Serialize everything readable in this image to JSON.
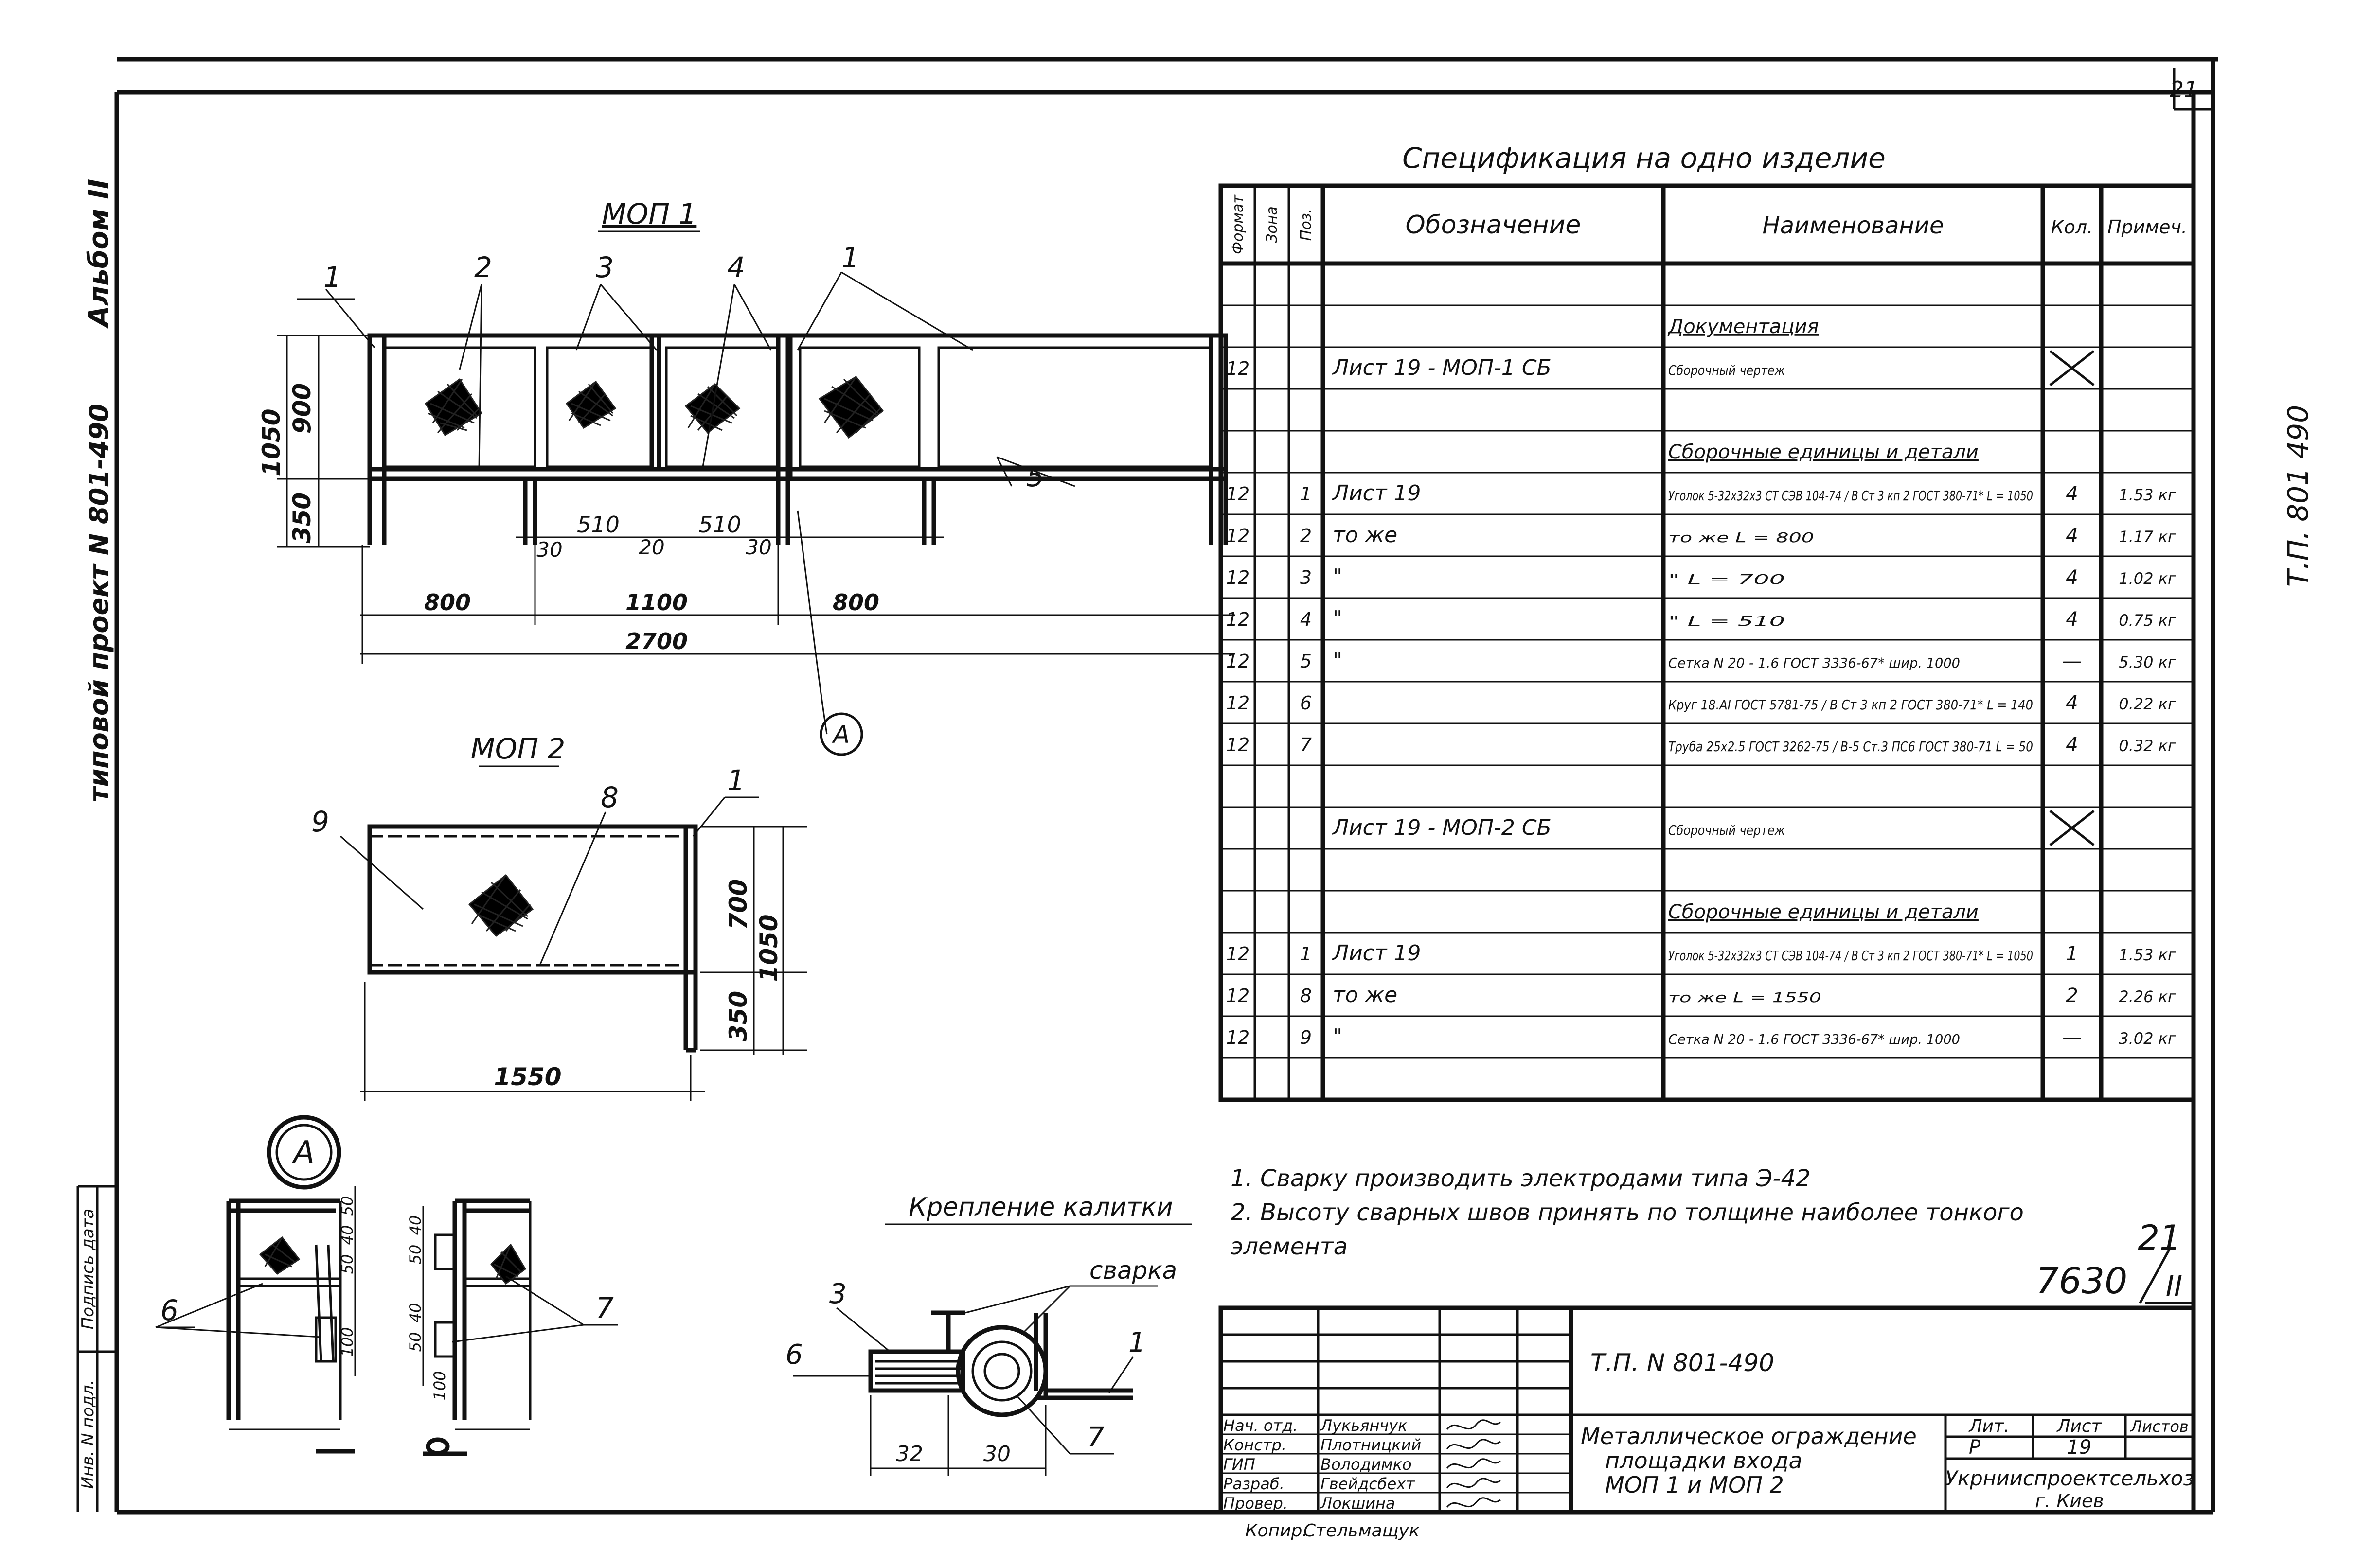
{
  "sheet": {
    "page_number": "21",
    "album": "Альбом II",
    "project_vertical": "типовой проект N 801-490",
    "right_margin_text": "Т.П. 801 490",
    "stamp_inv": "Инв. N подл.",
    "stamp_sign": "Подпись дата"
  },
  "mop1": {
    "title": "МОП 1",
    "callouts": [
      "1",
      "2",
      "3",
      "4",
      "1",
      "5"
    ],
    "dims": {
      "h_total": "1050",
      "h_top": "900",
      "h_bot": "350",
      "gap_a": "30",
      "span_a": "510",
      "gap_mid": "20",
      "span_b": "510",
      "gap_b": "30",
      "left": "800",
      "mid": "1100",
      "right": "800",
      "overall": "2700"
    },
    "node_ref": "А"
  },
  "mop2": {
    "title": "МОП 2",
    "callouts": [
      "9",
      "8",
      "1"
    ],
    "dims": {
      "h_top": "700",
      "h_total": "1050",
      "h_bot": "350",
      "width": "1550"
    }
  },
  "node_a": {
    "label": "А",
    "callouts": [
      "6",
      "7"
    ],
    "dims": [
      "50",
      "40",
      "50",
      "100",
      "40",
      "50",
      "40",
      "50",
      "100"
    ]
  },
  "gate": {
    "title": "Крепление калитки",
    "weld_label": "сварка",
    "callouts": [
      "3",
      "6",
      "7",
      "1"
    ],
    "dims": [
      "32",
      "30"
    ]
  },
  "spec": {
    "title": "Спецификация на одно изделие",
    "headers": {
      "format": "Формат",
      "zone": "Зона",
      "pos": "Поз.",
      "designation": "Обозначение",
      "name": "Наименование",
      "qty": "Кол.",
      "note": "Примеч."
    },
    "rows": [
      {
        "format": "",
        "pos": "",
        "designation": "",
        "name": "",
        "qty": "",
        "note": ""
      },
      {
        "format": "",
        "pos": "",
        "designation": "",
        "name": "Документация",
        "qty": "",
        "note": "",
        "heading": true
      },
      {
        "format": "12",
        "pos": "",
        "designation": "Лист 19      - МОП-1 СБ",
        "name": "Сборочный чертеж",
        "qty": "X",
        "note": ""
      },
      {
        "format": "",
        "pos": "",
        "designation": "",
        "name": "",
        "qty": "",
        "note": ""
      },
      {
        "format": "",
        "pos": "",
        "designation": "",
        "name": "Сборочные единицы и детали",
        "qty": "",
        "note": "",
        "heading": true
      },
      {
        "format": "12",
        "pos": "1",
        "designation": "Лист 19",
        "name": "Уголок 5-32х32х3 СТ СЭВ 104-74 / В Ст 3 кп 2 ГОСТ 380-71*   L = 1050",
        "qty": "4",
        "note": "1.53 кг"
      },
      {
        "format": "12",
        "pos": "2",
        "designation": "то же",
        "name": "то же        L = 800",
        "qty": "4",
        "note": "1.17 кг"
      },
      {
        "format": "12",
        "pos": "3",
        "designation": "\"",
        "name": "\"        L = 700",
        "qty": "4",
        "note": "1.02 кг"
      },
      {
        "format": "12",
        "pos": "4",
        "designation": "\"",
        "name": "\"        L = 510",
        "qty": "4",
        "note": "0.75 кг"
      },
      {
        "format": "12",
        "pos": "5",
        "designation": "\"",
        "name": "Сетка N 20 - 1.6 ГОСТ 3336-67* шир. 1000",
        "qty": "—",
        "note": "5.30 кг"
      },
      {
        "format": "12",
        "pos": "6",
        "designation": "",
        "name": "Круг 18.АI ГОСТ 5781-75 / В Ст 3 кп 2 ГОСТ 380-71*   L = 140",
        "qty": "4",
        "note": "0.22 кг"
      },
      {
        "format": "12",
        "pos": "7",
        "designation": "",
        "name": "Труба 25х2.5 ГОСТ 3262-75 / В-5 Ст.3 ПС6 ГОСТ 380-71   L = 50",
        "qty": "4",
        "note": "0.32 кг"
      },
      {
        "format": "",
        "pos": "",
        "designation": "",
        "name": "",
        "qty": "",
        "note": ""
      },
      {
        "format": "",
        "pos": "",
        "designation": "Лист 19      - МОП-2 СБ",
        "name": "Сборочный чертеж",
        "qty": "X",
        "note": ""
      },
      {
        "format": "",
        "pos": "",
        "designation": "",
        "name": "",
        "qty": "",
        "note": ""
      },
      {
        "format": "",
        "pos": "",
        "designation": "",
        "name": "Сборочные единицы и детали",
        "qty": "",
        "note": "",
        "heading": true
      },
      {
        "format": "12",
        "pos": "1",
        "designation": "Лист 19",
        "name": "Уголок 5-32х32х3 СТ СЭВ 104-74 / В Ст 3 кп 2 ГОСТ 380-71*   L = 1050",
        "qty": "1",
        "note": "1.53 кг"
      },
      {
        "format": "12",
        "pos": "8",
        "designation": "то же",
        "name": "то же        L = 1550",
        "qty": "2",
        "note": "2.26 кг"
      },
      {
        "format": "12",
        "pos": "9",
        "designation": "\"",
        "name": "Сетка N 20 - 1.6 ГОСТ 3336-67* шир. 1000",
        "qty": "—",
        "note": "3.02 кг"
      },
      {
        "format": "",
        "pos": "",
        "designation": "",
        "name": "",
        "qty": "",
        "note": ""
      }
    ]
  },
  "notes": [
    "1. Сварку производить электродами типа Э-42",
    "2. Высоту сварных швов принять по толщине наиболее тонкого",
    "элемента"
  ],
  "doc_code": {
    "number": "7630",
    "page": "21",
    "album": "II"
  },
  "title_block": {
    "project": "Т.П. N 801-490",
    "name_lines": [
      "Металлическое ограждение",
      "площадки входа",
      "МОП 1 и МОП 2"
    ],
    "roles": [
      {
        "role": "Нач. отд.",
        "person": "Лукьянчук"
      },
      {
        "role": "Констр.",
        "person": "Плотницкий"
      },
      {
        "role": "ГИП",
        "person": "Володимко"
      },
      {
        "role": "Разраб.",
        "person": "Гвейдсбехт"
      },
      {
        "role": "Провер.",
        "person": "Локшина"
      }
    ],
    "lit_label": "Лит.",
    "sheet_label": "Лист",
    "sheets_label": "Листов",
    "lit": "Р",
    "sheet": "19",
    "org": "Укрнииспроектсельхоз",
    "city": "г. Киев",
    "copied_label": "Копир.",
    "copied_by": "Стельмащук"
  }
}
